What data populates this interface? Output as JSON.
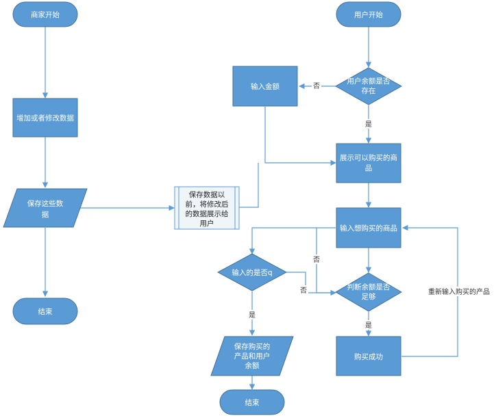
{
  "colors": {
    "node_fill": "#5B9BD5",
    "node_stroke": "#41719C",
    "edge": "#5B9BD5",
    "doc_fill": "#F0F5FA",
    "doc_stroke": "#5B9BD5",
    "text_light": "#FFFFFF",
    "text_dark": "#222222"
  },
  "nodes": {
    "merchant_start": "商家开始",
    "add_modify": "增加或者修改数据",
    "save_data_l1": "保存这些数",
    "save_data_l2": "据",
    "merchant_end": "结束",
    "doc_l1": "保存数据以",
    "doc_l2": "前，将修改后",
    "doc_l3": "的数据展示给",
    "doc_l4": "用户",
    "user_start": "用户开始",
    "balance_check_l1": "用户余额是否",
    "balance_check_l2": "存在",
    "input_amount": "输入金额",
    "show_products_l1": "展示可以购买的商",
    "show_products_l2": "品",
    "input_product": "输入想购买的商品",
    "is_q": "输入的是否q",
    "enough_check_l1": "判断余额是否",
    "enough_check_l2": "足够",
    "buy_success": "购买成功",
    "save_purchase_l1": "保存购买的",
    "save_purchase_l2": "产品和用户",
    "save_purchase_l3": "余额",
    "user_end": "结束"
  },
  "edge_labels": {
    "no_balance": "否",
    "yes_balance": "是",
    "no_enough": "否",
    "no_q": "否",
    "yes_q": "是",
    "yes_enough": "是",
    "reenter": "重新输入购买的产品"
  }
}
